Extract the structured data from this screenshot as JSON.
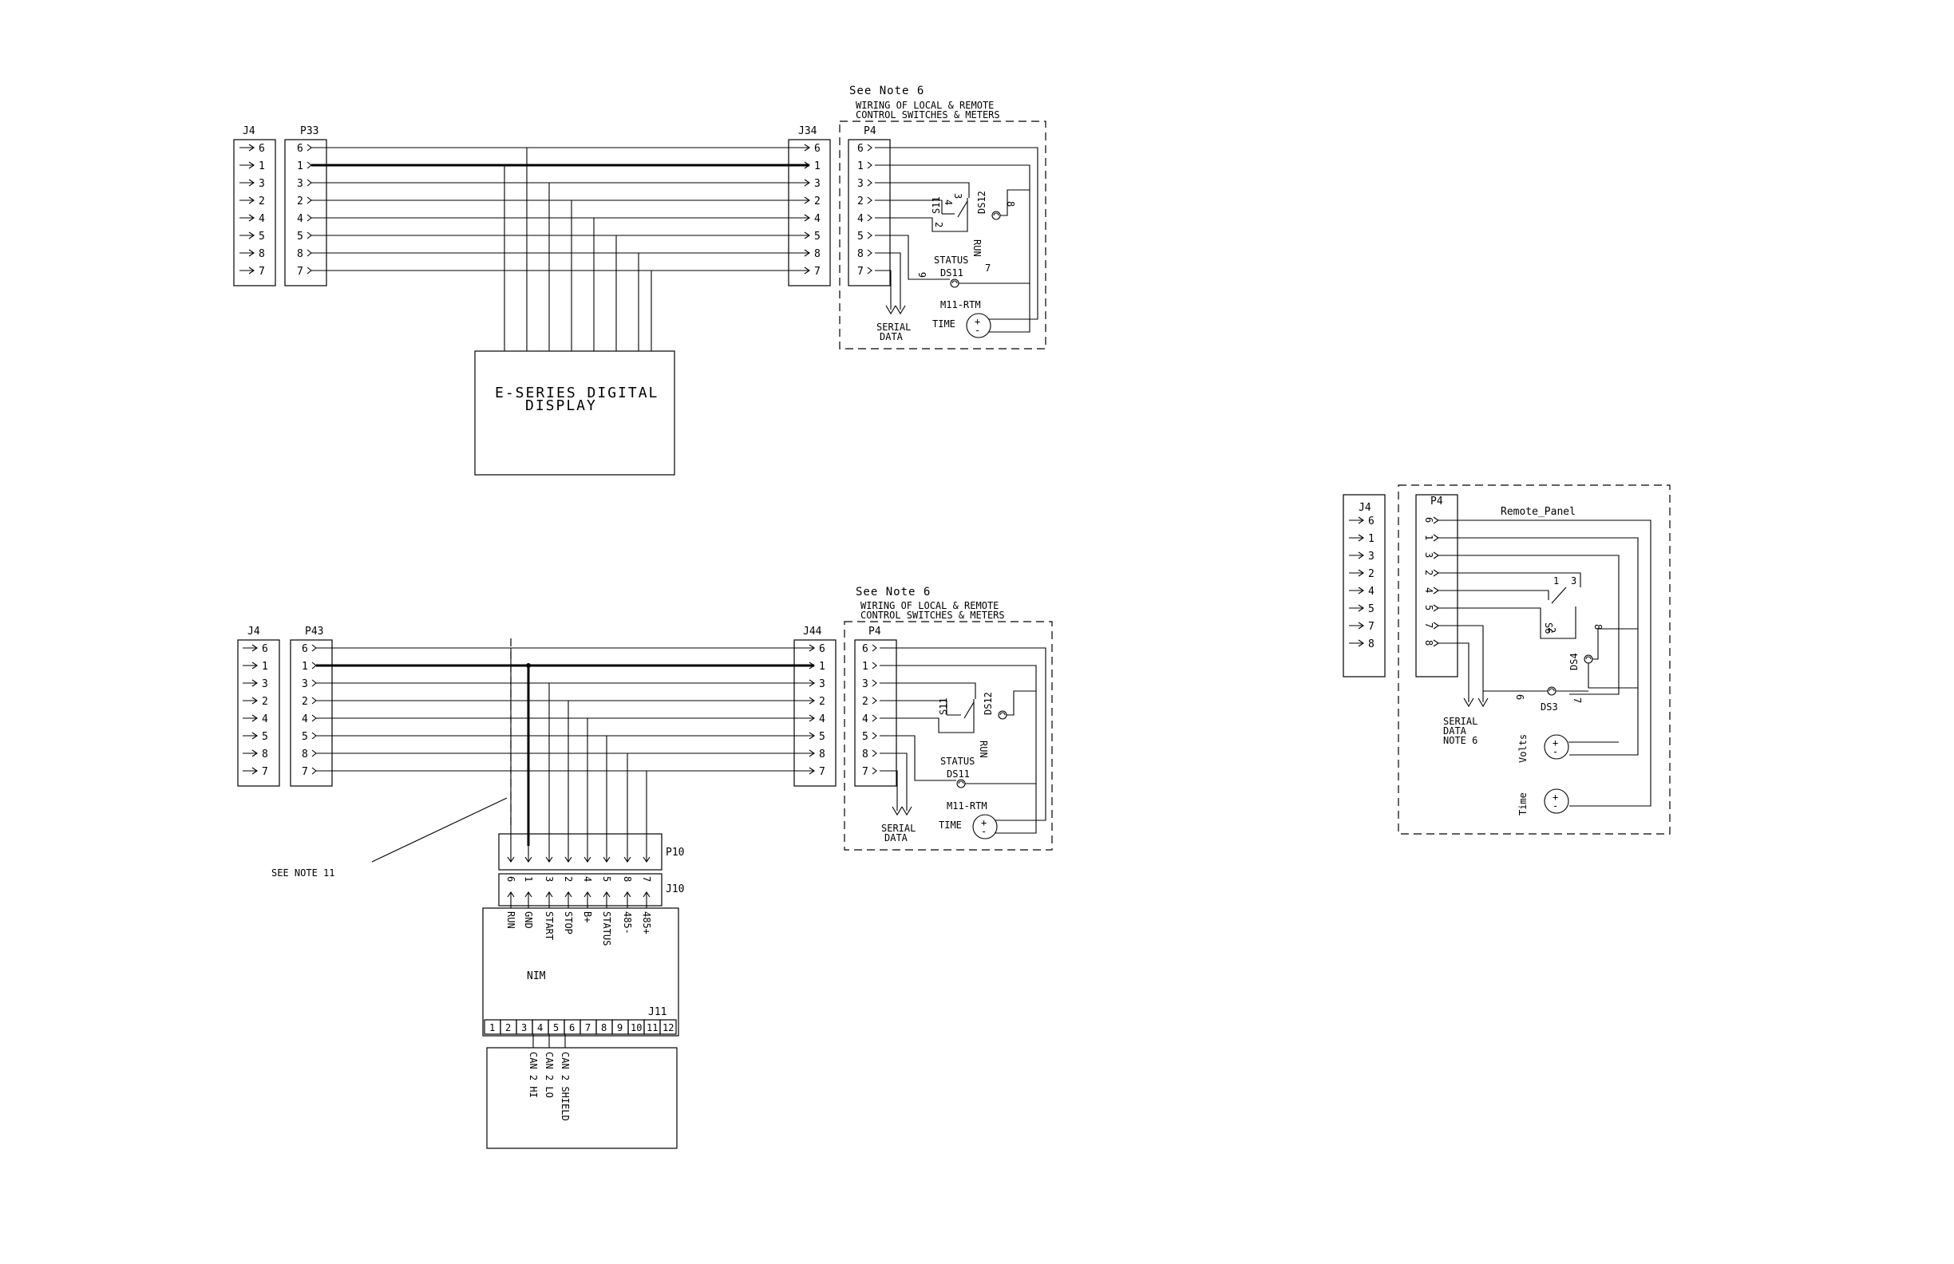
{
  "diagram1": {
    "note": "See Note 6",
    "wiring_title_1": "WIRING OF LOCAL & REMOTE",
    "wiring_title_2": "CONTROL SWITCHES & METERS",
    "j4": "J4",
    "p33": "P33",
    "j34": "J34",
    "p4": "P4",
    "pins": [
      "6",
      "1",
      "3",
      "2",
      "4",
      "5",
      "8",
      "7"
    ],
    "display_1": "E-SERIES DIGITAL",
    "display_2": "DISPLAY",
    "s11": "S11",
    "run": "RUN",
    "ds12": "DS12",
    "status": "STATUS",
    "ds11": "DS11",
    "m11": "M11-RTM",
    "time": "TIME",
    "serial_1": "SERIAL",
    "serial_2": "DATA",
    "sw_pin_2": "2",
    "sw_pin_4": "4",
    "sw_pin_3": "3",
    "lamp_pin_8": "8",
    "lamp_pin_6": "6",
    "lamp_pin_7": "7"
  },
  "diagram2": {
    "note": "See Note 6",
    "wiring_title_1": "WIRING OF LOCAL & REMOTE",
    "wiring_title_2": "CONTROL SWITCHES & METERS",
    "j4": "J4",
    "p43": "P43",
    "j44": "J44",
    "p4": "P4",
    "pins": [
      "6",
      "1",
      "3",
      "2",
      "4",
      "5",
      "8",
      "7"
    ],
    "see_note_11": "SEE NOTE 11",
    "p10": "P10",
    "j10": "J10",
    "j10_pins": [
      "6",
      "1",
      "3",
      "2",
      "4",
      "5",
      "8",
      "7"
    ],
    "nim_signals": [
      "RUN",
      "GND",
      "START",
      "STOP",
      "B+",
      "STATUS",
      "485-",
      "485+"
    ],
    "nim": "NIM",
    "j11": "J11",
    "j11_pins": [
      "1",
      "2",
      "3",
      "4",
      "5",
      "6",
      "7",
      "8",
      "9",
      "10",
      "11",
      "12"
    ],
    "can": [
      "CAN 2 HI",
      "CAN 2 LO",
      "CAN 2 SHIELD"
    ],
    "s11": "S11",
    "run": "RUN",
    "ds12": "DS12",
    "status": "STATUS",
    "ds11": "DS11",
    "m11": "M11-RTM",
    "time": "TIME",
    "serial_1": "SERIAL",
    "serial_2": "DATA"
  },
  "diagram3": {
    "j4": "J4",
    "p4": "P4",
    "j4_pins": [
      "6",
      "1",
      "3",
      "2",
      "4",
      "5",
      "7",
      "8"
    ],
    "p4_pins": [
      "6",
      "1",
      "3",
      "2",
      "4",
      "5",
      "7",
      "8"
    ],
    "title": "Remote_Panel",
    "s6": "S6",
    "ds4": "DS4",
    "ds3": "DS3",
    "serial_1": "SERIAL",
    "serial_2": "DATA",
    "serial_3": "NOTE 6",
    "volts": "Volts",
    "time": "Time",
    "pin_1": "1",
    "pin_2": "2",
    "pin_3": "3",
    "pin_6": "6",
    "pin_7": "7",
    "pin_8": "8"
  }
}
